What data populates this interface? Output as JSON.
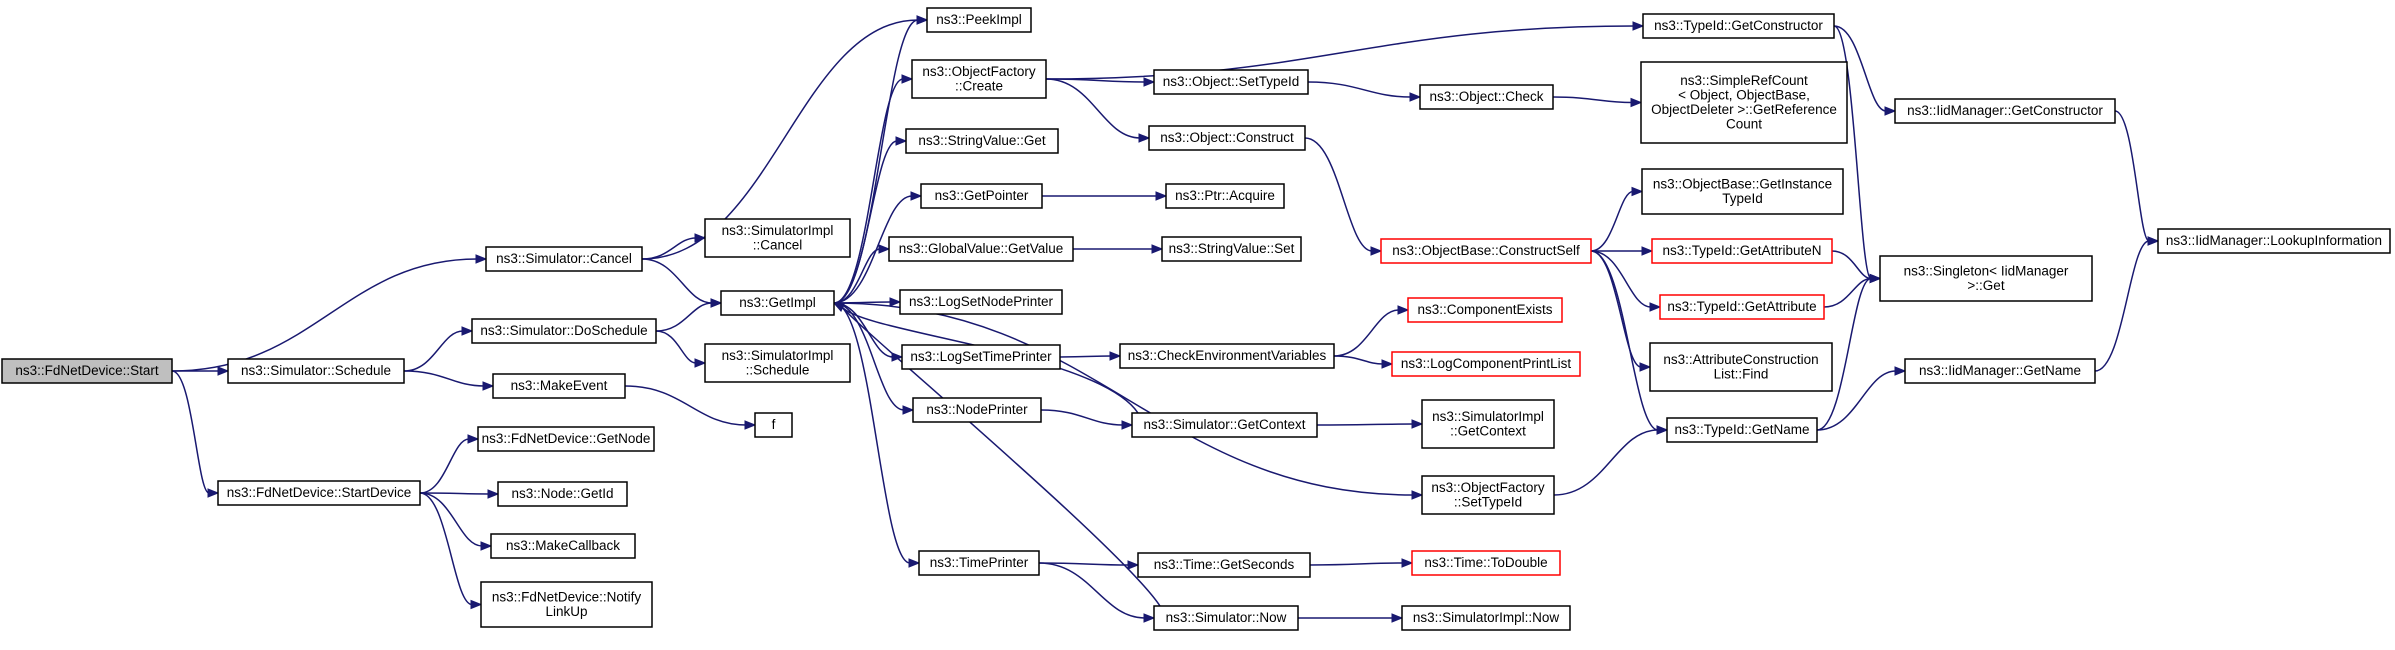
{
  "colors": {
    "edge": "#191970",
    "box_border": "#000000",
    "box_border_incomplete": "#ff0000",
    "root_fill": "#bfbfbf",
    "background": "#ffffff"
  },
  "nodes": [
    {
      "id": "start",
      "lines": [
        "ns3::FdNetDevice::Start"
      ],
      "style": "root"
    },
    {
      "id": "sim_cancel",
      "lines": [
        "ns3::Simulator::Cancel"
      ]
    },
    {
      "id": "sim_schedule",
      "lines": [
        "ns3::Simulator::Schedule"
      ]
    },
    {
      "id": "start_device",
      "lines": [
        "ns3::FdNetDevice::StartDevice"
      ]
    },
    {
      "id": "peekimpl",
      "lines": [
        "ns3::PeekImpl"
      ]
    },
    {
      "id": "simimpl_cancel",
      "lines": [
        "ns3::SimulatorImpl",
        "::Cancel"
      ]
    },
    {
      "id": "getimpl",
      "lines": [
        "ns3::GetImpl"
      ]
    },
    {
      "id": "sim_doschedule",
      "lines": [
        "ns3::Simulator::DoSchedule"
      ]
    },
    {
      "id": "simimpl_schedule",
      "lines": [
        "ns3::SimulatorImpl",
        "::Schedule"
      ]
    },
    {
      "id": "makeevent",
      "lines": [
        "ns3::MakeEvent"
      ]
    },
    {
      "id": "f",
      "lines": [
        "f"
      ]
    },
    {
      "id": "getnode",
      "lines": [
        "ns3::FdNetDevice::GetNode"
      ]
    },
    {
      "id": "node_getid",
      "lines": [
        "ns3::Node::GetId"
      ]
    },
    {
      "id": "makecallback",
      "lines": [
        "ns3::MakeCallback"
      ]
    },
    {
      "id": "notifylinkup",
      "lines": [
        "ns3::FdNetDevice::Notify",
        "LinkUp"
      ]
    },
    {
      "id": "objfactory_create",
      "lines": [
        "ns3::ObjectFactory",
        "::Create"
      ]
    },
    {
      "id": "stringvalue_get",
      "lines": [
        "ns3::StringValue::Get"
      ]
    },
    {
      "id": "getpointer",
      "lines": [
        "ns3::GetPointer"
      ]
    },
    {
      "id": "globalvalue_getvalue",
      "lines": [
        "ns3::GlobalValue::GetValue"
      ]
    },
    {
      "id": "logsetnodeprinter",
      "lines": [
        "ns3::LogSetNodePrinter"
      ]
    },
    {
      "id": "logsettimeprinter",
      "lines": [
        "ns3::LogSetTimePrinter"
      ]
    },
    {
      "id": "nodeprinter",
      "lines": [
        "ns3::NodePrinter"
      ]
    },
    {
      "id": "timeprinter",
      "lines": [
        "ns3::TimePrinter"
      ]
    },
    {
      "id": "object_settypeid",
      "lines": [
        "ns3::Object::SetTypeId"
      ]
    },
    {
      "id": "object_construct",
      "lines": [
        "ns3::Object::Construct"
      ]
    },
    {
      "id": "ptr_acquire",
      "lines": [
        "ns3::Ptr::Acquire"
      ]
    },
    {
      "id": "stringvalue_set",
      "lines": [
        "ns3::StringValue::Set"
      ]
    },
    {
      "id": "checkenv",
      "lines": [
        "ns3::CheckEnvironmentVariables"
      ]
    },
    {
      "id": "sim_getcontext",
      "lines": [
        "ns3::Simulator::GetContext"
      ]
    },
    {
      "id": "time_getseconds",
      "lines": [
        "ns3::Time::GetSeconds"
      ]
    },
    {
      "id": "sim_now",
      "lines": [
        "ns3::Simulator::Now"
      ]
    },
    {
      "id": "object_check",
      "lines": [
        "ns3::Object::Check"
      ]
    },
    {
      "id": "objbase_constructself",
      "lines": [
        "ns3::ObjectBase::ConstructSelf"
      ],
      "style": "red"
    },
    {
      "id": "componentexists",
      "lines": [
        "ns3::ComponentExists"
      ],
      "style": "red"
    },
    {
      "id": "logcomponentprintlist",
      "lines": [
        "ns3::LogComponentPrintList"
      ],
      "style": "red"
    },
    {
      "id": "simimpl_getcontext",
      "lines": [
        "ns3::SimulatorImpl",
        "::GetContext"
      ]
    },
    {
      "id": "objfactory_settypeid",
      "lines": [
        "ns3::ObjectFactory",
        "::SetTypeId"
      ]
    },
    {
      "id": "time_todouble",
      "lines": [
        "ns3::Time::ToDouble"
      ],
      "style": "red"
    },
    {
      "id": "simimpl_now",
      "lines": [
        "ns3::SimulatorImpl::Now"
      ]
    },
    {
      "id": "typeid_getconstructor",
      "lines": [
        "ns3::TypeId::GetConstructor"
      ]
    },
    {
      "id": "simplerefcount",
      "lines": [
        "ns3::SimpleRefCount",
        "< Object, ObjectBase,",
        "ObjectDeleter >::GetReference",
        "Count"
      ]
    },
    {
      "id": "objbase_getinstancetypeid",
      "lines": [
        "ns3::ObjectBase::GetInstance",
        "TypeId"
      ]
    },
    {
      "id": "typeid_getattributen",
      "lines": [
        "ns3::TypeId::GetAttributeN"
      ],
      "style": "red"
    },
    {
      "id": "typeid_getattribute",
      "lines": [
        "ns3::TypeId::GetAttribute"
      ],
      "style": "red"
    },
    {
      "id": "attrconstructionlist_find",
      "lines": [
        "ns3::AttributeConstruction",
        "List::Find"
      ]
    },
    {
      "id": "typeid_getname",
      "lines": [
        "ns3::TypeId::GetName"
      ]
    },
    {
      "id": "iidmanager_getconstructor",
      "lines": [
        "ns3::IidManager::GetConstructor"
      ]
    },
    {
      "id": "singleton_get",
      "lines": [
        "ns3::Singleton< IidManager",
        ">::Get"
      ]
    },
    {
      "id": "iidmanager_getname",
      "lines": [
        "ns3::IidManager::GetName"
      ]
    },
    {
      "id": "iidmanager_lookupinformation",
      "lines": [
        "ns3::IidManager::LookupInformation"
      ]
    }
  ],
  "edges": [
    [
      "start",
      "sim_cancel"
    ],
    [
      "start",
      "sim_schedule"
    ],
    [
      "start",
      "start_device"
    ],
    [
      "sim_cancel",
      "peekimpl"
    ],
    [
      "sim_cancel",
      "simimpl_cancel"
    ],
    [
      "sim_cancel",
      "getimpl"
    ],
    [
      "sim_schedule",
      "sim_doschedule"
    ],
    [
      "sim_schedule",
      "makeevent"
    ],
    [
      "sim_doschedule",
      "getimpl"
    ],
    [
      "sim_doschedule",
      "simimpl_schedule"
    ],
    [
      "makeevent",
      "f"
    ],
    [
      "start_device",
      "getnode"
    ],
    [
      "start_device",
      "node_getid"
    ],
    [
      "start_device",
      "makecallback"
    ],
    [
      "start_device",
      "notifylinkup"
    ],
    [
      "getimpl",
      "peekimpl"
    ],
    [
      "getimpl",
      "objfactory_create"
    ],
    [
      "getimpl",
      "stringvalue_get"
    ],
    [
      "getimpl",
      "getpointer"
    ],
    [
      "getimpl",
      "globalvalue_getvalue"
    ],
    [
      "getimpl",
      "logsetnodeprinter"
    ],
    [
      "getimpl",
      "logsettimeprinter"
    ],
    [
      "getimpl",
      "nodeprinter"
    ],
    [
      "getimpl",
      "timeprinter"
    ],
    [
      "getimpl",
      "objfactory_settypeid"
    ],
    [
      "objfactory_create",
      "typeid_getconstructor"
    ],
    [
      "objfactory_create",
      "object_settypeid"
    ],
    [
      "objfactory_create",
      "object_construct"
    ],
    [
      "getpointer",
      "ptr_acquire"
    ],
    [
      "globalvalue_getvalue",
      "stringvalue_set"
    ],
    [
      "logsettimeprinter",
      "checkenv"
    ],
    [
      "nodeprinter",
      "sim_getcontext"
    ],
    [
      "sim_getcontext",
      "getimpl"
    ],
    [
      "sim_getcontext",
      "simimpl_getcontext"
    ],
    [
      "timeprinter",
      "time_getseconds"
    ],
    [
      "timeprinter",
      "sim_now"
    ],
    [
      "sim_now",
      "getimpl"
    ],
    [
      "sim_now",
      "simimpl_now"
    ],
    [
      "time_getseconds",
      "time_todouble"
    ],
    [
      "object_settypeid",
      "object_check"
    ],
    [
      "object_check",
      "simplerefcount"
    ],
    [
      "object_construct",
      "objbase_constructself"
    ],
    [
      "checkenv",
      "componentexists"
    ],
    [
      "checkenv",
      "logcomponentprintlist"
    ],
    [
      "objfactory_settypeid",
      "typeid_getname"
    ],
    [
      "objbase_constructself",
      "objbase_getinstancetypeid"
    ],
    [
      "objbase_constructself",
      "typeid_getattributen"
    ],
    [
      "objbase_constructself",
      "typeid_getattribute"
    ],
    [
      "objbase_constructself",
      "attrconstructionlist_find"
    ],
    [
      "objbase_constructself",
      "typeid_getname"
    ],
    [
      "typeid_getconstructor",
      "iidmanager_getconstructor"
    ],
    [
      "typeid_getconstructor",
      "singleton_get"
    ],
    [
      "typeid_getattributen",
      "singleton_get"
    ],
    [
      "typeid_getattribute",
      "singleton_get"
    ],
    [
      "typeid_getname",
      "singleton_get"
    ],
    [
      "typeid_getname",
      "iidmanager_getname"
    ],
    [
      "iidmanager_getconstructor",
      "iidmanager_lookupinformation"
    ],
    [
      "iidmanager_getname",
      "iidmanager_lookupinformation"
    ]
  ]
}
